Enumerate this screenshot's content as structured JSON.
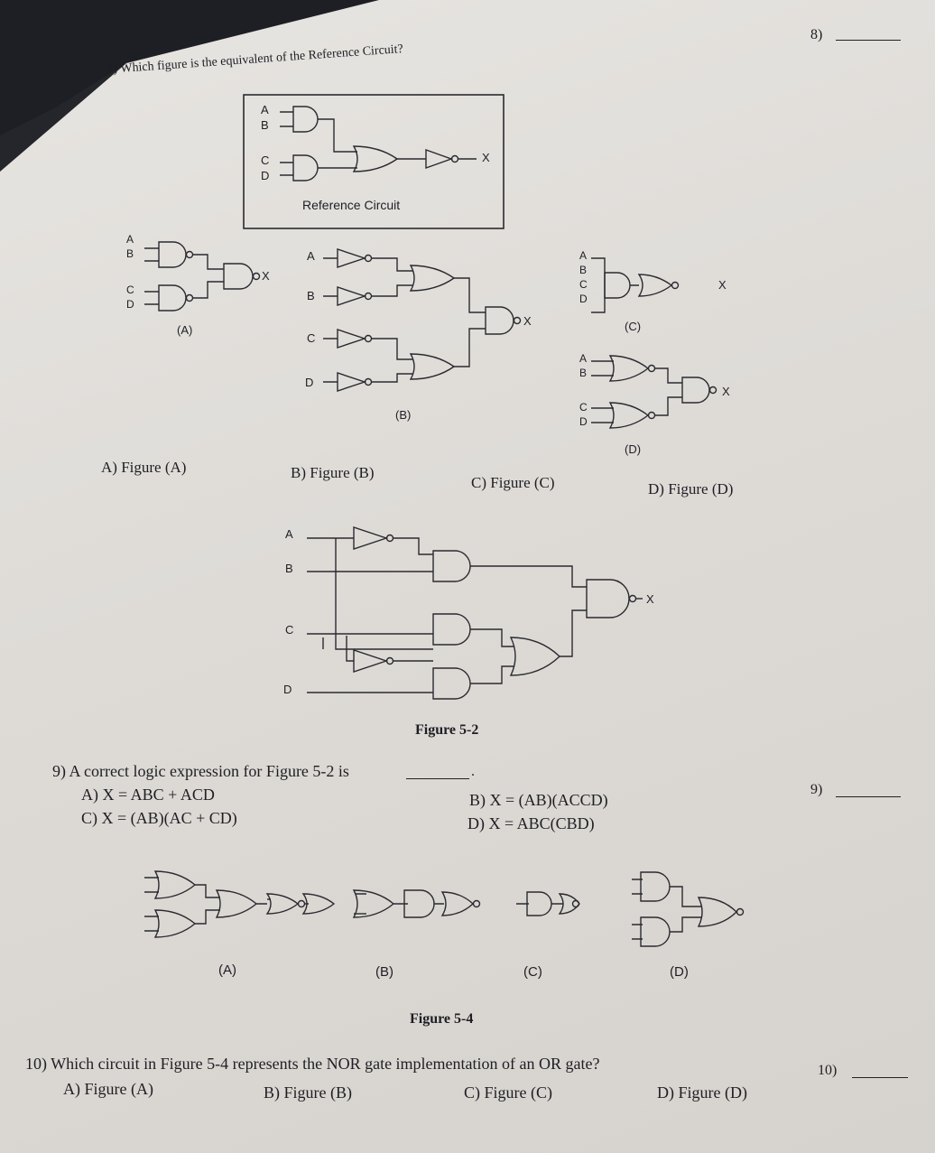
{
  "answer_blanks": {
    "q8": "8)",
    "q9": "9)",
    "q10": "10)"
  },
  "q8": {
    "question": "8) Which figure is the equivalent of the Reference Circuit?",
    "reference_caption": "Reference Circuit",
    "figure_labels": {
      "a": "(A)",
      "b": "(B)",
      "c": "(C)",
      "d": "(D)"
    },
    "options": [
      "A) Figure (A)",
      "B) Figure (B)",
      "C) Figure (C)",
      "D) Figure (D)"
    ]
  },
  "inputs": {
    "a": "A",
    "b": "B",
    "c": "C",
    "d": "D",
    "x": "X"
  },
  "figure_5_2": {
    "caption": "Figure 5-2"
  },
  "q9": {
    "question": "9) A correct logic expression for Figure 5-2 is",
    "options": {
      "a": "A) X = ABC + ACD",
      "c": "C) X = (AB)(AC + CD)",
      "b": "B) X = (AB)(ACCD)",
      "d": "D) X = ABC(CBD)"
    }
  },
  "figure_5_4": {
    "caption": "Figure 5-4",
    "labels": {
      "a": "(A)",
      "b": "(B)",
      "c": "(C)",
      "d": "(D)"
    }
  },
  "q10": {
    "question": "10) Which circuit in Figure 5-4 represents the NOR gate implementation of an OR gate?",
    "options": [
      "A) Figure (A)",
      "B) Figure (B)",
      "C) Figure (C)",
      "D) Figure (D)"
    ]
  }
}
